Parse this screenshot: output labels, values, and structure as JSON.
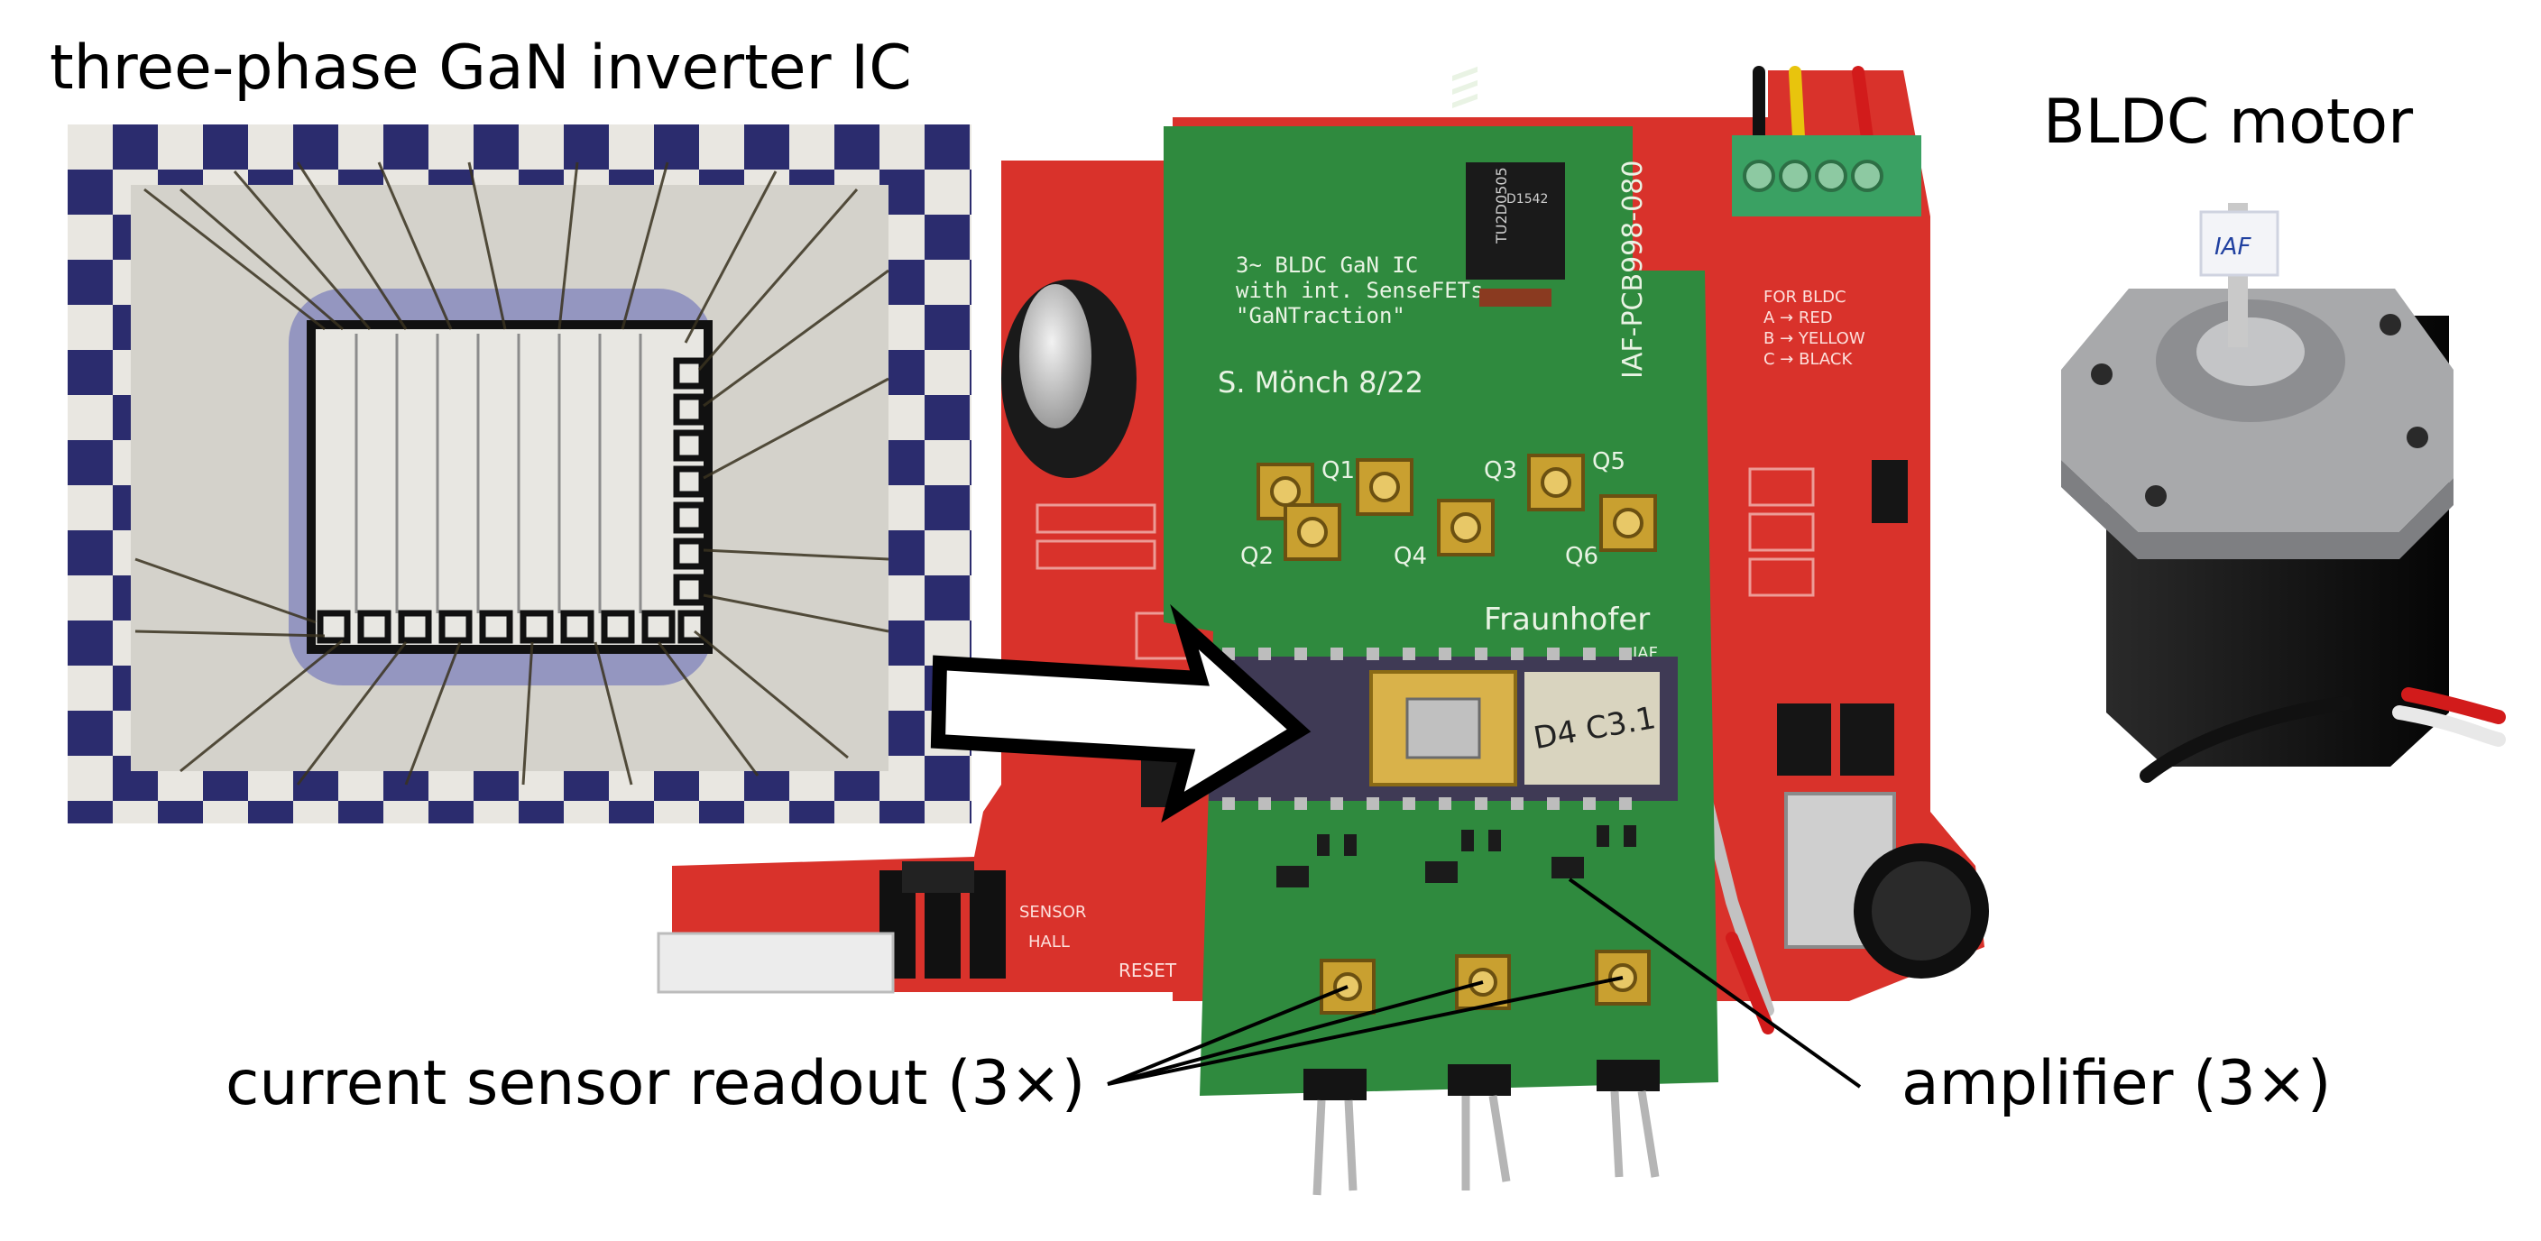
{
  "labels": {
    "chip_title": "three-phase GaN inverter IC",
    "motor_title": "BLDC motor",
    "current_sensor": "current sensor readout (3×)",
    "amplifier": "amplifier (3×)"
  },
  "pcb_text": {
    "board_line1": "3~ BLDC GaN IC",
    "board_line2": "with int. SenseFETs",
    "board_line3": "\"GaNTraction\"",
    "author": "S. Mönch 8/22",
    "part_number": "IAF-PCB998-080",
    "transistors": [
      "Q1",
      "Q2",
      "Q3",
      "Q4",
      "Q5",
      "Q6"
    ],
    "brand": "Fraunhofer",
    "brand_sub": "IAF",
    "ic_marking": "D4 C3.1",
    "reg_marking": "TU2D0505",
    "reg_marking2": "D1542",
    "bldc_legend": "FOR BLDC",
    "legend_a": "A → RED",
    "legend_b": "B → YELLOW",
    "legend_c": "C → BLACK",
    "reset": "RESET",
    "sensor": "SENSOR",
    "hall": "HALL",
    "motor_tag": "IAF"
  },
  "colors": {
    "green_pcb": "#2f8a3e",
    "red_pcb": "#d9322b",
    "chip_bg": "#d8d6cf",
    "chip_frame": "#2b2c6e",
    "gold": "#c9a030",
    "motor_body": "#1b1b1b",
    "motor_flange": "#a8a9ab"
  }
}
